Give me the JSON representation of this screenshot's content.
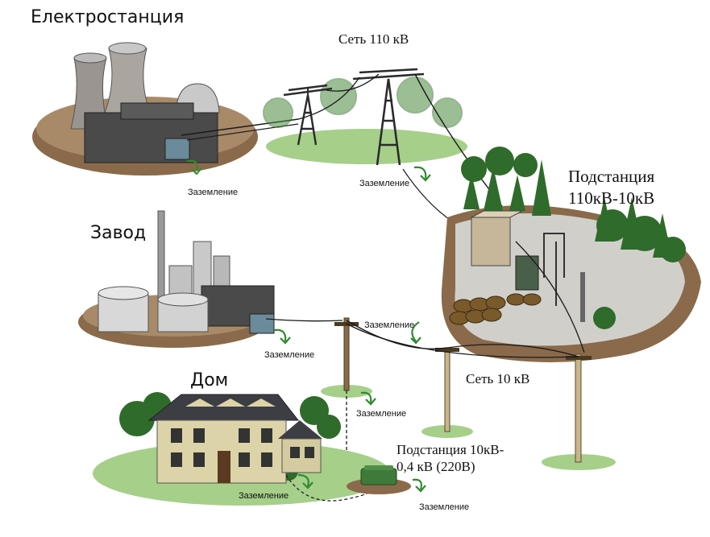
{
  "labels": {
    "power_plant": "Електростанция",
    "grid_110": "Сеть 110 кВ",
    "substation_main_line1": "Подстанция",
    "substation_main_line2": "110кВ-10кВ",
    "factory": "Завод",
    "grid_10": "Сеть 10 кВ",
    "house": "Дом",
    "substation_local_line1": "Подстанция 10кВ-",
    "substation_local_line2": "0,4 кВ (220В)",
    "grounding": "Заземление"
  },
  "colors": {
    "grass": "#a6cf8a",
    "ground_brown": "#8a6a4a",
    "concrete": "#7a746e",
    "tower": "#2b2b2b",
    "tree": "#2f6b2a",
    "wire": "#1a1a1a",
    "ground_arrow": "#2f8a2f",
    "house_wall": "#dcd3a8",
    "roof": "#3d3d44"
  }
}
